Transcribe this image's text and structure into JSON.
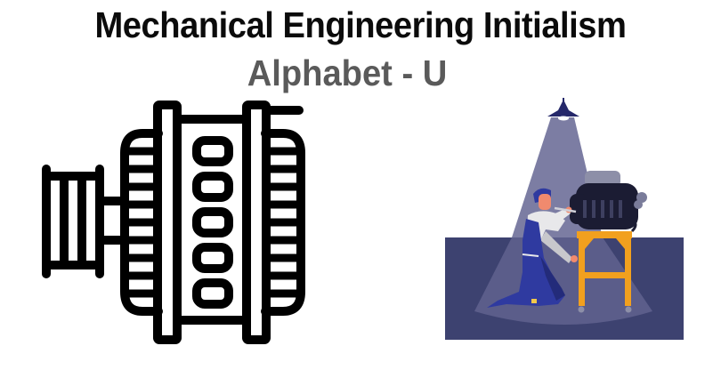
{
  "header": {
    "title": "Mechanical Engineering Initialism",
    "subtitle": "Alphabet - U"
  },
  "graphics": {
    "left_icon": "alternator-icon",
    "right_illustration": "mechanic-repairing-engine-illustration"
  },
  "colors": {
    "title": "#0b0b0b",
    "subtitle": "#5a5a5a",
    "icon_stroke": "#000000",
    "floor": "#3d4270",
    "light_cone": "#7c7da3",
    "light_cone_floor": "#5b5d8a",
    "stand": "#f2a01e",
    "engine": "#1b1c33",
    "overalls": "#2f3aa0",
    "shirt": "#e8e8ea",
    "skin": "#f08a6e"
  }
}
